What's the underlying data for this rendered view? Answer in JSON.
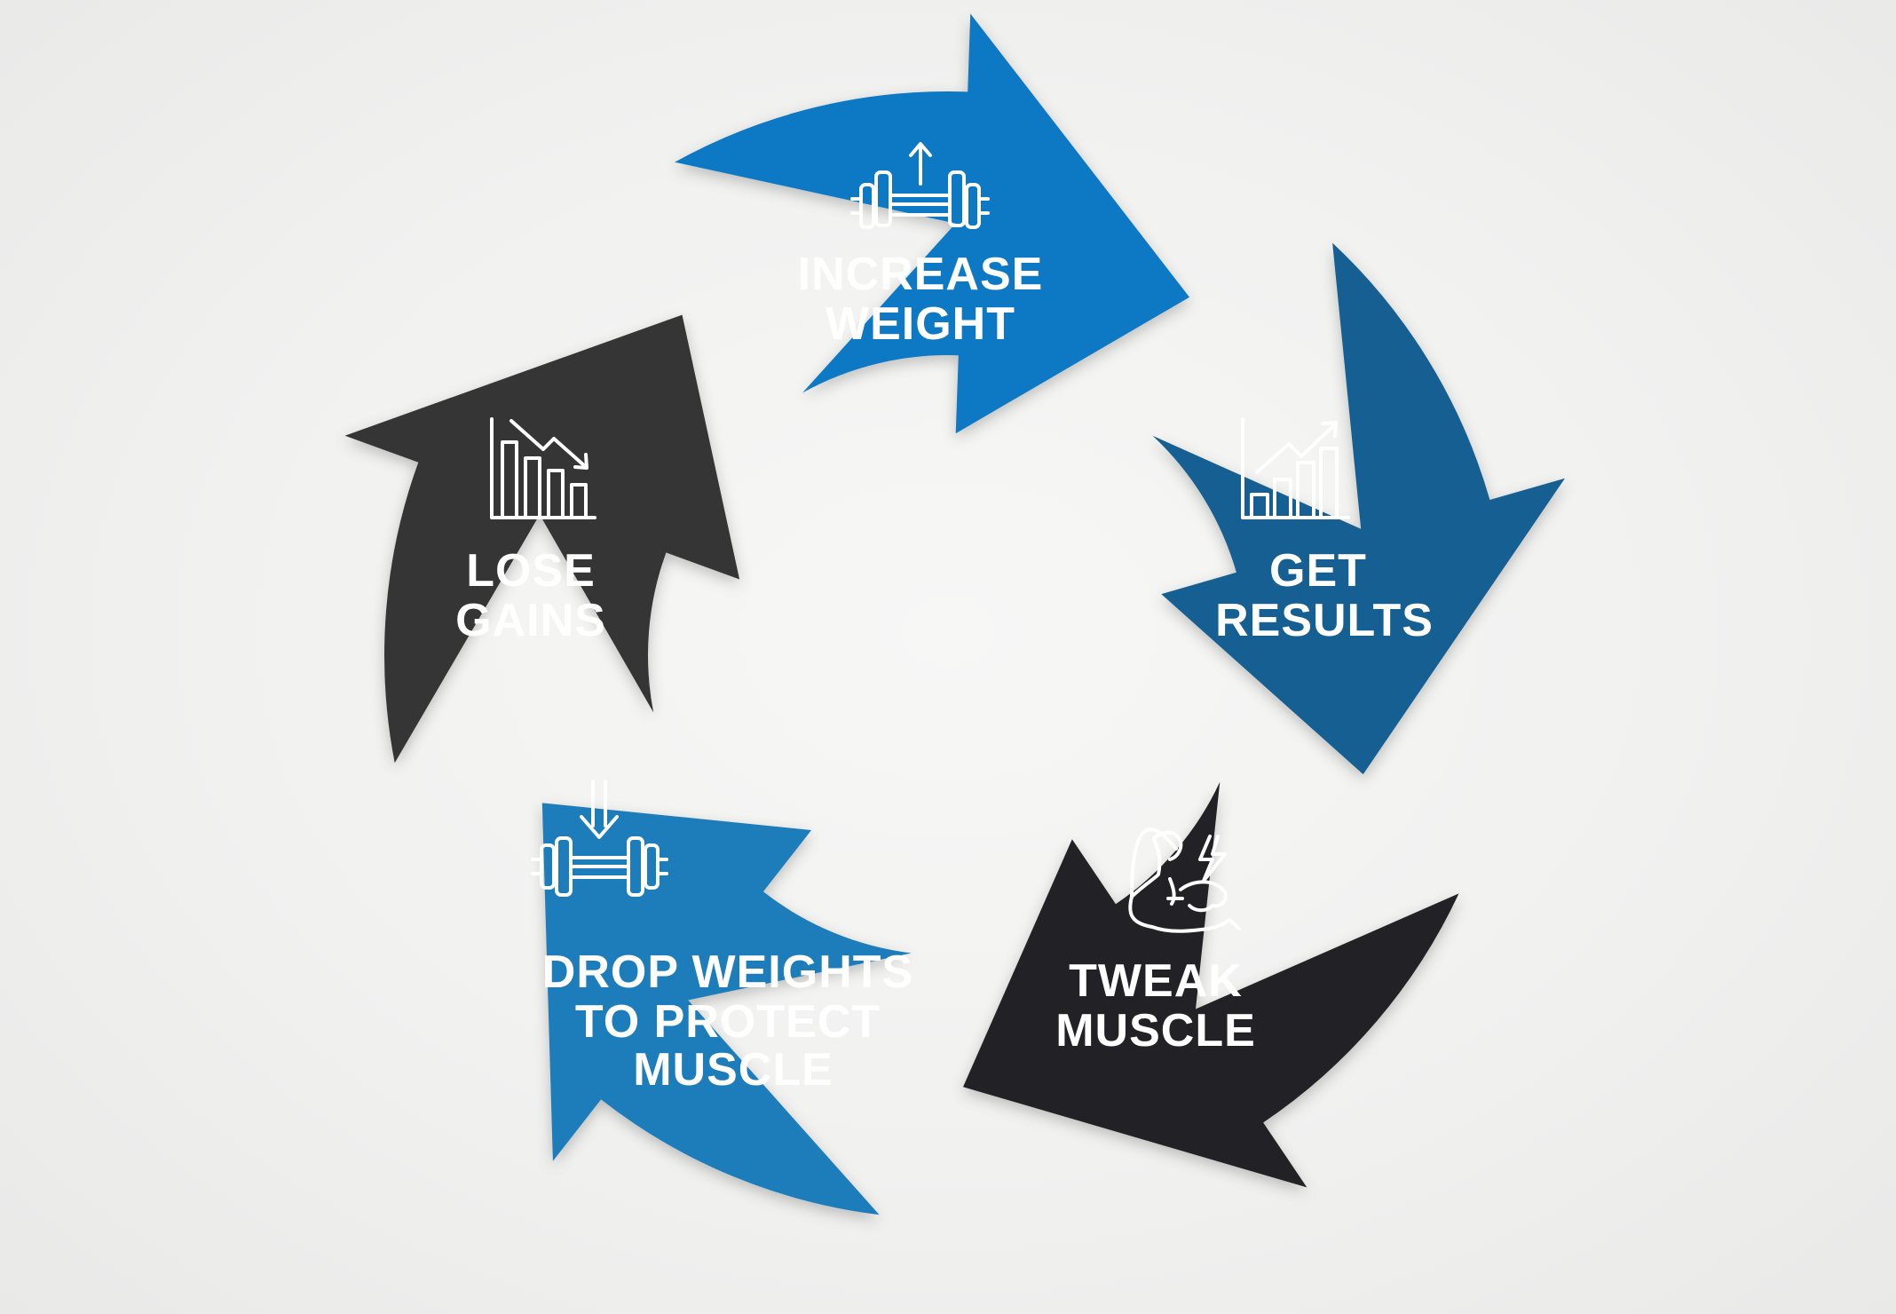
{
  "diagram": {
    "steps": [
      {
        "id": "increase-weight",
        "lines": [
          "INCREASE",
          "WEIGHT"
        ],
        "icon": "barbell-up-arrow-icon",
        "color": "#0E78C4"
      },
      {
        "id": "get-results",
        "lines": [
          "GET",
          "RESULTS"
        ],
        "icon": "rising-bar-chart-icon",
        "color": "#135F92"
      },
      {
        "id": "tweak-muscle",
        "lines": [
          "TWEAK",
          "MUSCLE"
        ],
        "icon": "flexed-arm-bolt-icon",
        "color": "#232425"
      },
      {
        "id": "drop-weights",
        "lines": [
          "DROP WEIGHTS",
          "TO PROTECT",
          "MUSCLE"
        ],
        "icon": "barbell-down-arrows-icon",
        "color": "#1F7DBA"
      },
      {
        "id": "lose-gains",
        "lines": [
          "LOSE",
          "GAINS"
        ],
        "icon": "falling-bar-chart-icon",
        "color": "#343536"
      }
    ],
    "colors": {
      "background": "#F1F1F0",
      "label_text": "#FFFFFF",
      "icon_stroke": "#FFFFFF"
    }
  }
}
